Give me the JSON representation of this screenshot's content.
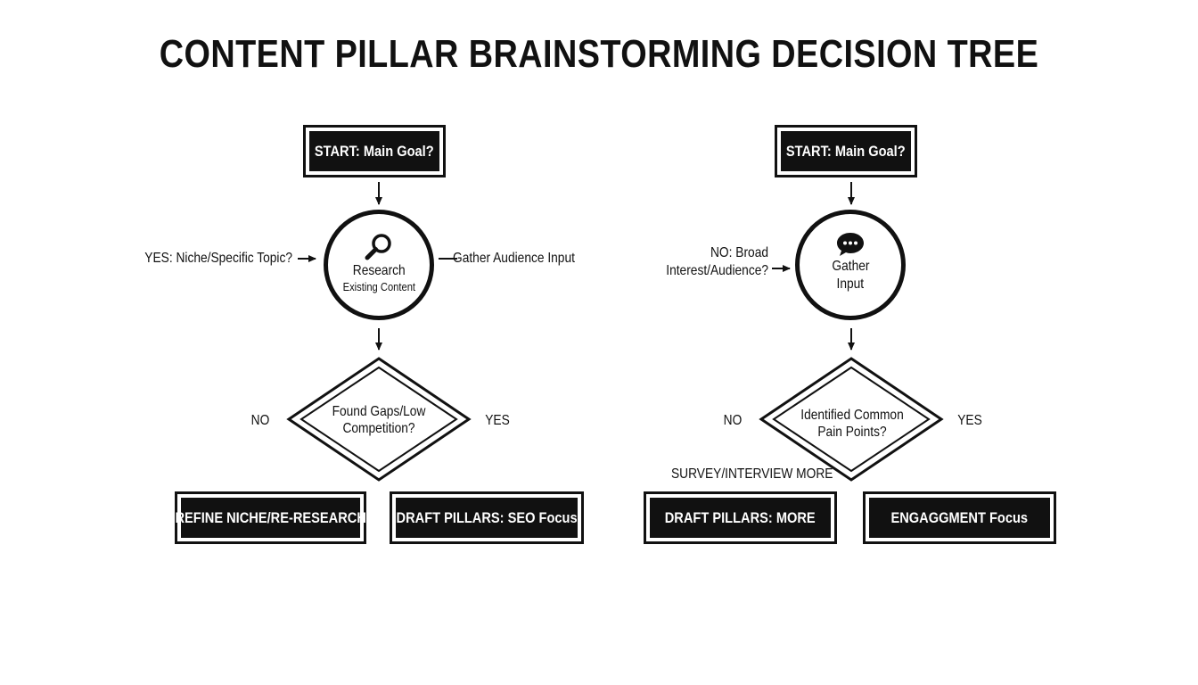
{
  "title": "CONTENT PILLAR BRAINSTORMING DECISION TREE",
  "left": {
    "start": "START: Main Goal?",
    "side_label_left": "YES: Niche/Specific Topic?",
    "side_label_right": "Gather Audience Input",
    "circle_line1": "Research",
    "circle_line2": "Existing Content",
    "decision_line1": "Found Gaps/Low",
    "decision_line2": "Competition?",
    "no_label": "NO",
    "yes_label": "YES",
    "box_no": "REFINE NICHE/RE-RESEARCH",
    "box_yes": "DRAFT PILLARS: SEO Focus"
  },
  "right": {
    "start": "START: Main Goal?",
    "side_label_line1": "NO: Broad",
    "side_label_line2": "Interest/Audience?",
    "circle_line1": "Gather",
    "circle_line2": "Input",
    "decision_line1": "Identified Common",
    "decision_line2": "Pain Points?",
    "no_label": "NO",
    "yes_label": "YES",
    "note": "SURVEY/INTERVIEW MORE",
    "box_no": "DRAFT PILLARS: MORE",
    "box_yes": "ENGAGGMENT Focus"
  },
  "icons": {
    "left_circle": "magnifier-icon",
    "right_circle": "speech-bubble-icon"
  }
}
